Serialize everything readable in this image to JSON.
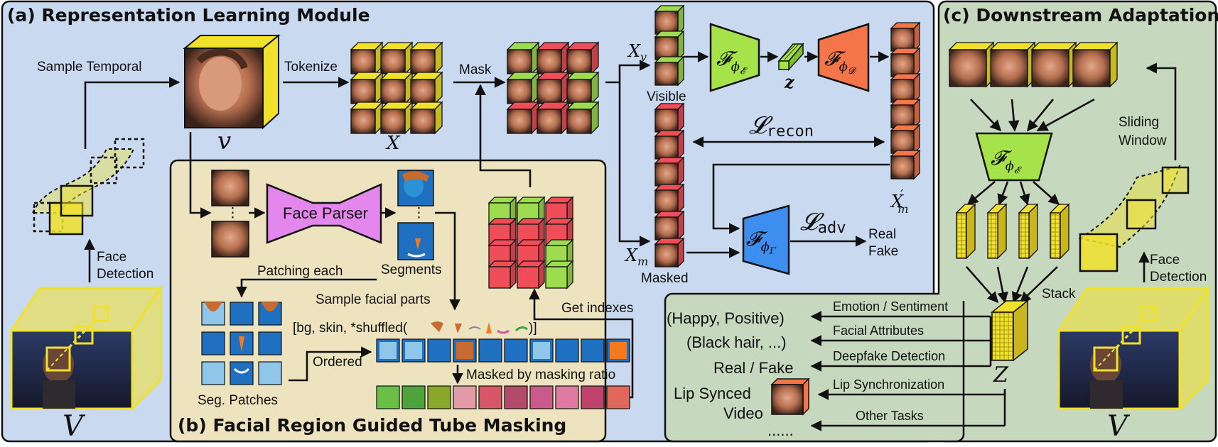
{
  "panels": {
    "a_title": "(a) Representation Learning Module",
    "b_title": "(b) Facial Region Guided Tube Masking",
    "c_title": "(c) Downstream Adaptation"
  },
  "labels": {
    "sample_temporal": "Sample Temporal",
    "tokenize": "Tokenize",
    "mask": "Mask",
    "face_detection_1": "Face",
    "face_detection_2": "Detection",
    "visible": "Visible",
    "masked": "Masked",
    "real": "Real",
    "fake": "Fake",
    "face_parser": "Face Parser",
    "segments": "Segments",
    "patching_each": "Patching each",
    "sample_facial_parts": "Sample facial parts",
    "get_indexes": "Get indexes",
    "part_list": "[bg, skin, *shuffled(",
    "part_list_end": ")]",
    "ordered": "Ordered",
    "masked_by_ratio": "Masked by masking ratio",
    "seg_patches": "Seg. Patches",
    "sliding_1": "Sliding",
    "sliding_2": "Window",
    "stack": "Stack",
    "ellipsis_v": "⋮"
  },
  "math": {
    "v_small": "v",
    "X": "X",
    "Xv": "X",
    "Xv_sub": "v",
    "Xm": "X",
    "Xm_sub": "m",
    "Xm_prime": "X",
    "Xm_prime_sub": "m",
    "Xm_prime_sup": "′",
    "z": "z",
    "Z": "Z",
    "V": "V",
    "F": "𝓕",
    "phi": "ϕ",
    "enc_sub": "𝓔",
    "dec_sub": "𝓓",
    "disc_sub": "Γ",
    "L": "𝓛",
    "recon": "recon",
    "adv": "adv"
  },
  "tasks": [
    {
      "name": "Emotion / Sentiment",
      "output": "(Happy, Positive)"
    },
    {
      "name": "Facial Attributes",
      "output": "(Black hair, ...)"
    },
    {
      "name": "Deepfake Detection",
      "output": "Real / Fake"
    },
    {
      "name": "Lip Synchronization",
      "output": "Lip Synced"
    },
    {
      "name": "Other Tasks",
      "output": "......"
    }
  ],
  "lip_output_line2": "Video",
  "colors": {
    "panel_a": "#c9daf0",
    "panel_b": "#ede3be",
    "panel_c": "#c6d8bd",
    "visible_green": "#9edc4f",
    "masked_red": "#ef4d57",
    "encoder": "#a6e34a",
    "decoder": "#f5754a",
    "discriminator": "#3e8ef0",
    "face_parser": "#e387ec",
    "frame_yellow": "#f0e22c"
  }
}
